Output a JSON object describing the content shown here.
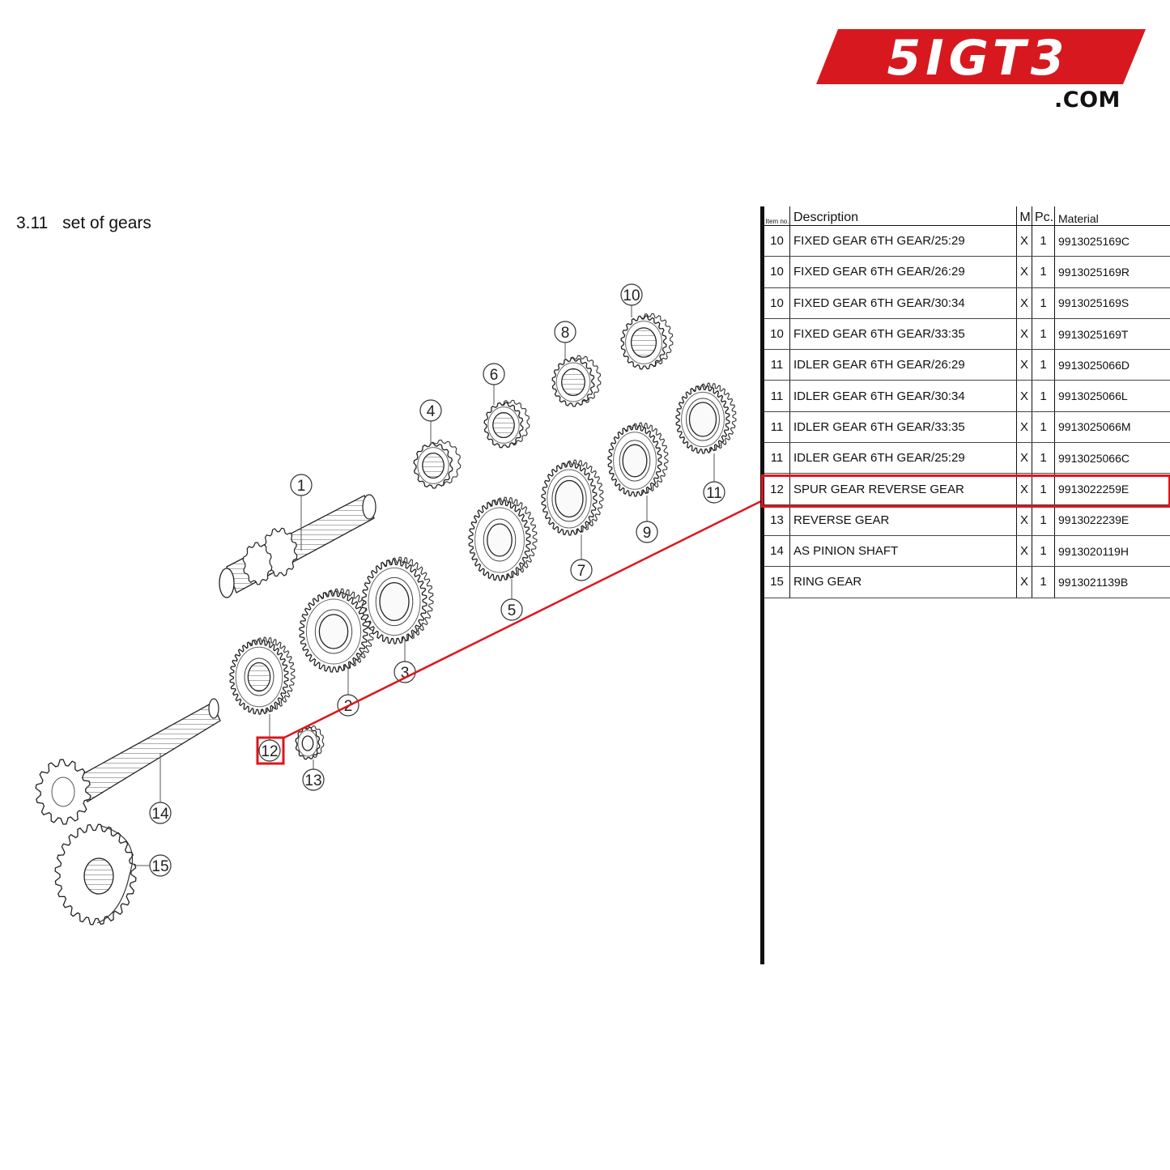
{
  "logo": {
    "text": "5IGT3",
    "dotcom": ".COM",
    "brand_color": "#d7191f"
  },
  "section": {
    "number": "3.11",
    "title": "set of gears"
  },
  "table": {
    "headers": {
      "item": "Item no.",
      "description": "Description",
      "m": "M",
      "pc": "Pc.",
      "material": "Material"
    },
    "rows": [
      {
        "item": "10",
        "description": "FIXED GEAR 6TH GEAR/25:29",
        "m": "X",
        "pc": "1",
        "material": "9913025169C"
      },
      {
        "item": "10",
        "description": "FIXED GEAR 6TH GEAR/26:29",
        "m": "X",
        "pc": "1",
        "material": "9913025169R"
      },
      {
        "item": "10",
        "description": "FIXED GEAR 6TH GEAR/30:34",
        "m": "X",
        "pc": "1",
        "material": "9913025169S"
      },
      {
        "item": "10",
        "description": "FIXED GEAR 6TH GEAR/33:35",
        "m": "X",
        "pc": "1",
        "material": "9913025169T"
      },
      {
        "item": "11",
        "description": "IDLER GEAR 6TH GEAR/26:29",
        "m": "X",
        "pc": "1",
        "material": "9913025066D"
      },
      {
        "item": "11",
        "description": "IDLER GEAR 6TH GEAR/30:34",
        "m": "X",
        "pc": "1",
        "material": "9913025066L"
      },
      {
        "item": "11",
        "description": "IDLER GEAR 6TH GEAR/33:35",
        "m": "X",
        "pc": "1",
        "material": "9913025066M"
      },
      {
        "item": "11",
        "description": "IDLER GEAR 6TH GEAR/25:29",
        "m": "X",
        "pc": "1",
        "material": "9913025066C"
      },
      {
        "item": "12",
        "description": "SPUR GEAR REVERSE GEAR",
        "m": "X",
        "pc": "1",
        "material": "9913022259E"
      },
      {
        "item": "13",
        "description": "REVERSE GEAR",
        "m": "X",
        "pc": "1",
        "material": "9913022239E"
      },
      {
        "item": "14",
        "description": "AS PINION SHAFT",
        "m": "X",
        "pc": "1",
        "material": "9913020119H"
      },
      {
        "item": "15",
        "description": "RING GEAR",
        "m": "X",
        "pc": "1",
        "material": "9913021139B"
      }
    ],
    "highlighted_item": "12"
  },
  "diagram": {
    "highlight_color": "#e0141c",
    "callouts": [
      "1",
      "2",
      "3",
      "4",
      "5",
      "6",
      "7",
      "8",
      "9",
      "10",
      "11",
      "12",
      "13",
      "14",
      "15"
    ]
  }
}
